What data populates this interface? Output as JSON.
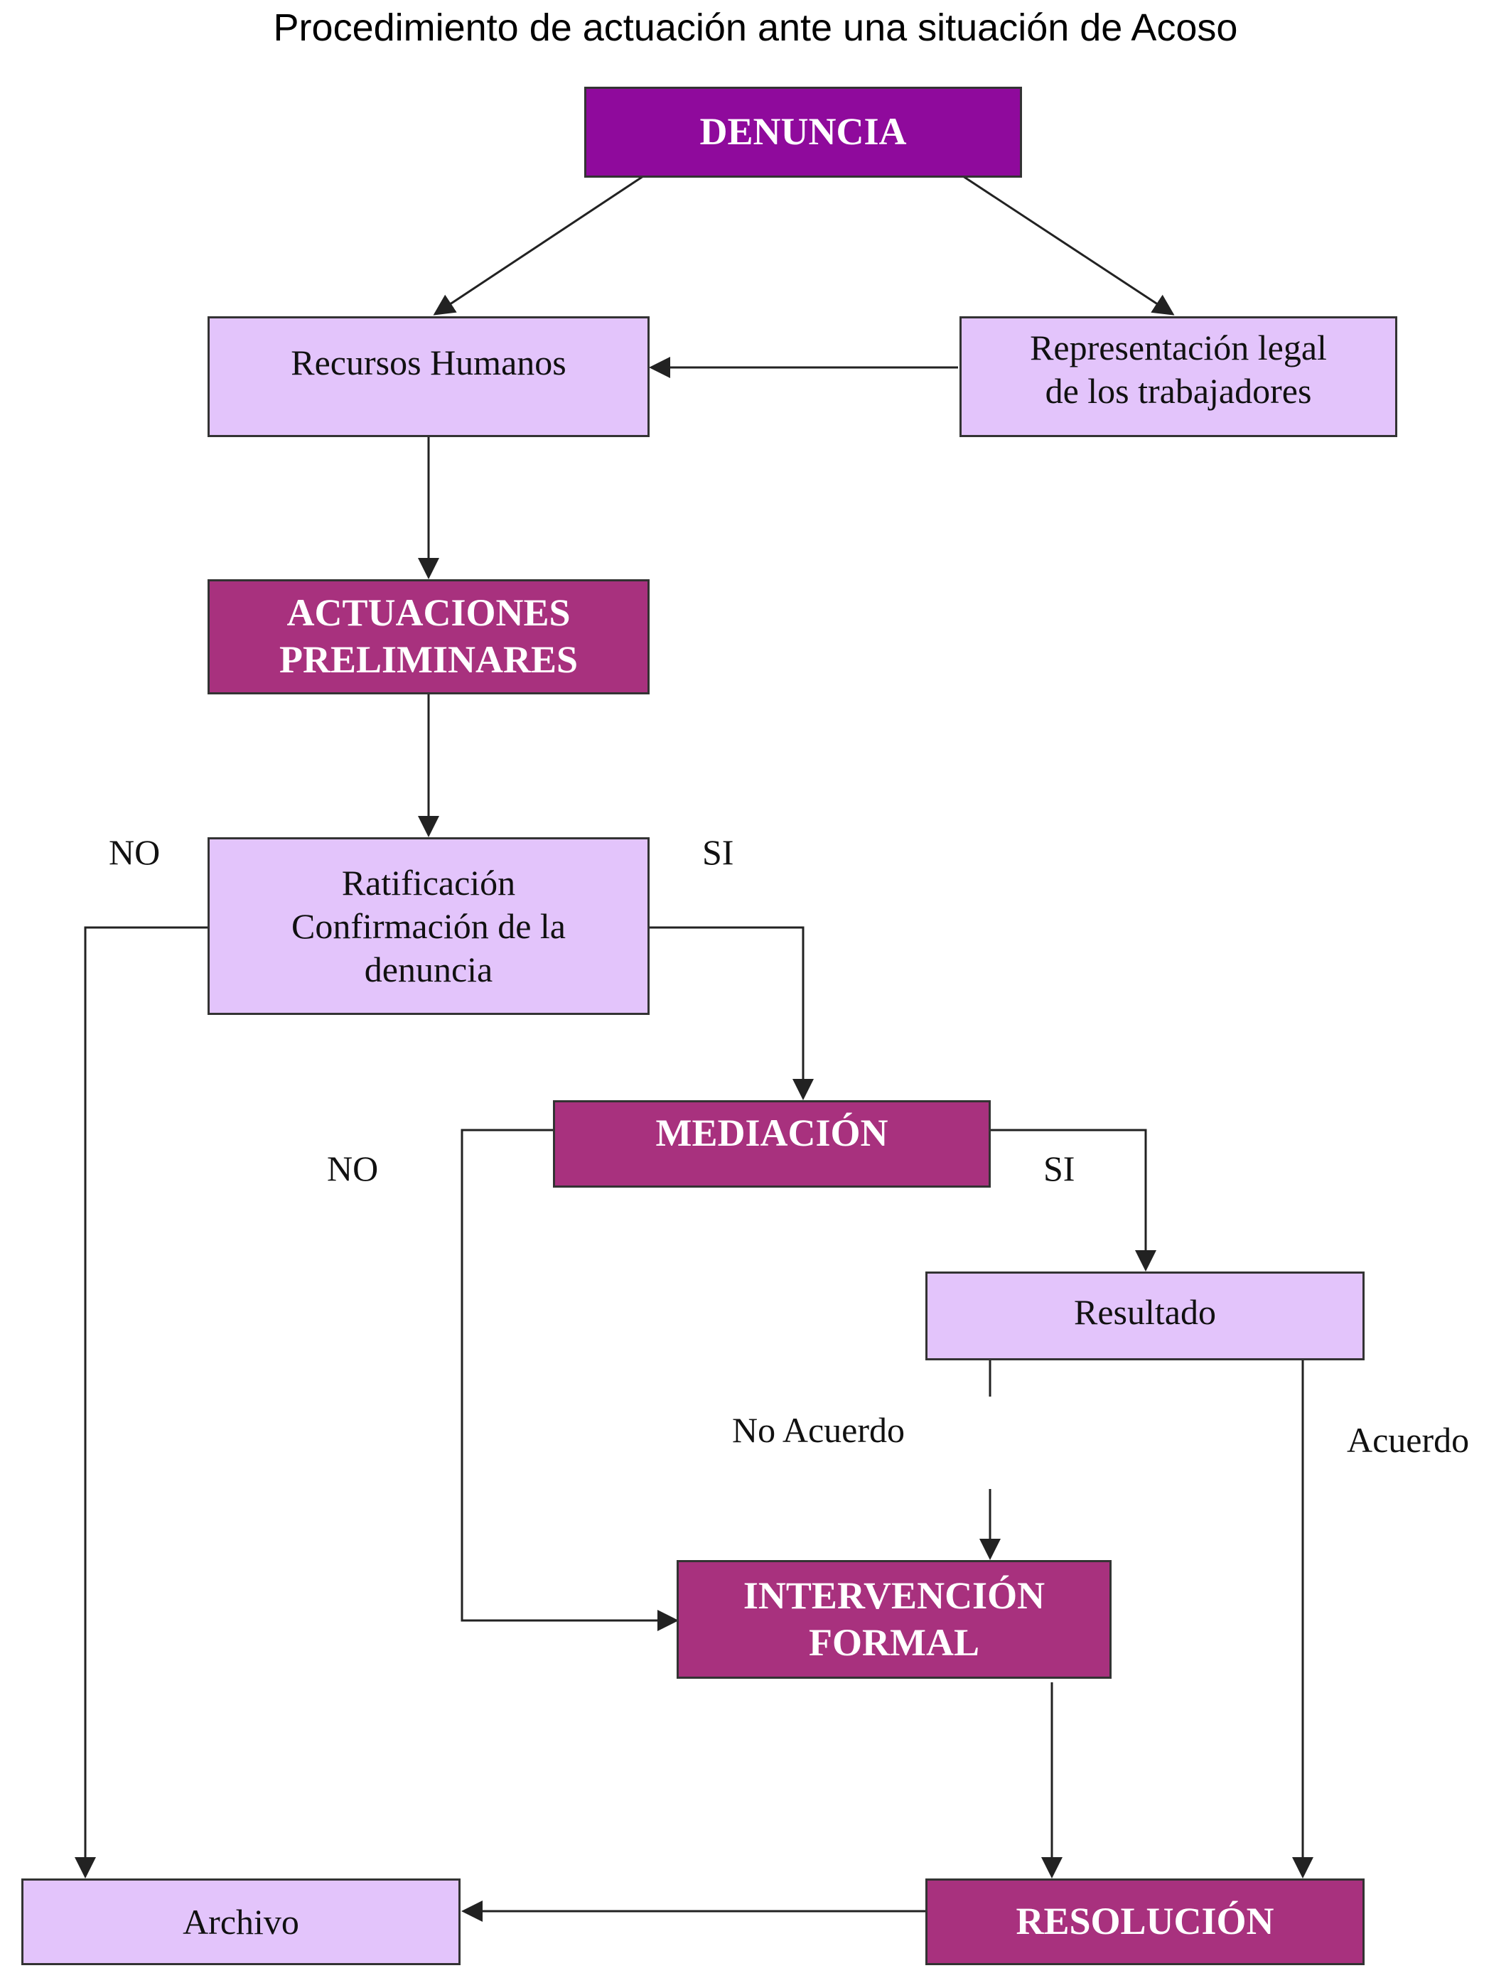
{
  "title": "Procedimiento de actuación ante una situación de Acoso",
  "colors": {
    "node_light": "#e3c4fb",
    "node_dark": "#a8317e",
    "node_top": "#8f0a9c",
    "line": "#222222"
  },
  "nodes": {
    "denuncia": "DENUNCIA",
    "recursos_humanos": "Recursos Humanos",
    "representacion": "Representación legal\nde los trabajadores",
    "actuaciones": "ACTUACIONES\nPRELIMINARES",
    "ratificacion": "Ratificación\nConfirmación de la\ndenuncia",
    "mediacion": "MEDIACIÓN",
    "resultado": "Resultado",
    "intervencion": "INTERVENCIÓN\nFORMAL",
    "archivo": "Archivo",
    "resolucion": "RESOLUCIÓN"
  },
  "labels": {
    "no_1": "NO",
    "si_1": "SI",
    "no_2": "NO",
    "si_2": "SI",
    "no_acuerdo": "No Acuerdo",
    "acuerdo": "Acuerdo"
  }
}
